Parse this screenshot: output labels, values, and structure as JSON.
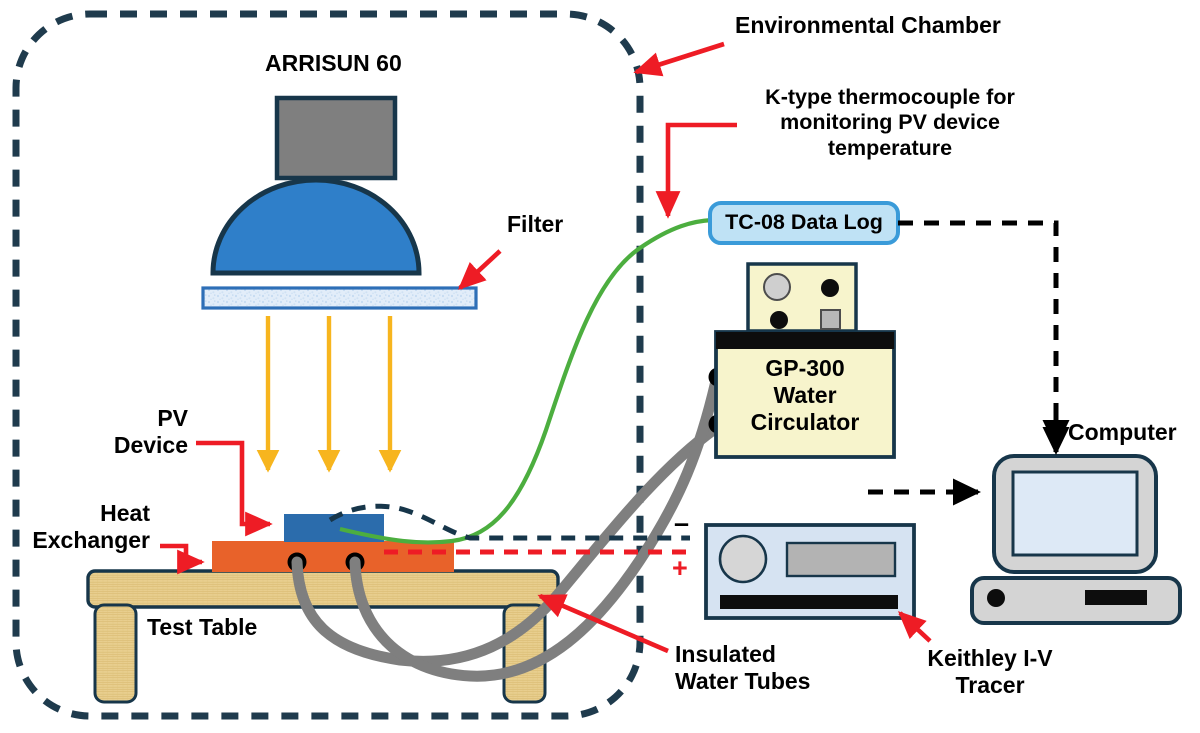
{
  "figure": {
    "kind": "experimental-setup-diagram",
    "title_visible": false
  },
  "labels": {
    "environmental_chamber": "Environmental Chamber",
    "arrisun": "ARRISUN 60",
    "thermocouple_note": "K-type thermocouple for\nmonitoring PV device\ntemperature",
    "filter": "Filter",
    "tc08": "TC-08 Data Log",
    "circulator": "GP-300\nWater\nCirculator",
    "computer": "Computer",
    "pv_device": "PV\nDevice",
    "heat_exchanger": "Heat\nExchanger",
    "test_table": "Test Table",
    "insulated_tubes": "Insulated\nWater Tubes",
    "keithley": "Keithley I-V\nTracer",
    "terminal_minus": "–",
    "terminal_plus": "+"
  },
  "colors": {
    "chamber_border": "#1d3murky",
    "outline": "#17364a",
    "dome_blue": "#2f7fc9",
    "lamp_gray": "#7f7f7f",
    "filter_fill": "#dbe9f7",
    "filter_border": "#2e6fb7",
    "light_ray": "#f7b51e",
    "pv_blue": "#2b6cac",
    "heat_exchanger_orange": "#e8622a",
    "wood": "#e8ce8e",
    "tube_gray": "#7f7f7f",
    "thermocouple_green": "#4cae3f",
    "tc08_fill": "#bfe2f5",
    "tc08_border": "#3a9bd9",
    "circulator_fill": "#f7f4cc",
    "circulator_bar": "#0d0d0d",
    "keithley_fill": "#d6e3f2",
    "computer_body": "#d4d4d4",
    "computer_screen": "#dde9f6",
    "arrow_red": "#ee1c25",
    "cable_black": "#000000",
    "positive_red": "#ee1c25"
  },
  "components": [
    {
      "name": "ARRISUN 60 solar simulator lamp",
      "inside_chamber": true
    },
    {
      "name": "Filter",
      "inside_chamber": true
    },
    {
      "name": "PV Device",
      "inside_chamber": true
    },
    {
      "name": "Heat Exchanger",
      "inside_chamber": true
    },
    {
      "name": "Test Table",
      "inside_chamber": true
    },
    {
      "name": "Insulated Water Tubes",
      "inside_chamber": true
    },
    {
      "name": "TC-08 Data Log",
      "inside_chamber": false
    },
    {
      "name": "GP-300 Water Circulator",
      "inside_chamber": false
    },
    {
      "name": "Keithley I-V Tracer",
      "inside_chamber": false
    },
    {
      "name": "Computer",
      "inside_chamber": false
    }
  ],
  "connections": [
    {
      "from": "PV Device",
      "to": "TC-08 Data Log",
      "style": "green solid",
      "meaning": "K-type thermocouple"
    },
    {
      "from": "TC-08 Data Log",
      "to": "Computer",
      "style": "black dashed",
      "meaning": "data link"
    },
    {
      "from": "PV Device",
      "to": "Keithley I-V Tracer",
      "style": "black dashed",
      "meaning": "negative terminal"
    },
    {
      "from": "PV Device",
      "to": "Keithley I-V Tracer",
      "style": "red dashed",
      "meaning": "positive terminal"
    },
    {
      "from": "Keithley I-V Tracer",
      "to": "Computer",
      "style": "black dashed",
      "meaning": "data link"
    },
    {
      "from": "Heat Exchanger",
      "to": "GP-300 Water Circulator",
      "style": "gray tube",
      "meaning": "insulated water tubes"
    }
  ],
  "callouts": [
    {
      "label": "Environmental Chamber",
      "arrow": "red"
    },
    {
      "label": "K-type thermocouple for monitoring PV device temperature",
      "arrow": "red"
    },
    {
      "label": "Filter",
      "arrow": "red"
    },
    {
      "label": "PV Device",
      "arrow": "red"
    },
    {
      "label": "Heat Exchanger",
      "arrow": "red"
    },
    {
      "label": "Insulated Water Tubes",
      "arrow": "red"
    },
    {
      "label": "Keithley I-V Tracer",
      "arrow": "red"
    },
    {
      "label": "Computer",
      "arrow": "black dashed"
    }
  ]
}
